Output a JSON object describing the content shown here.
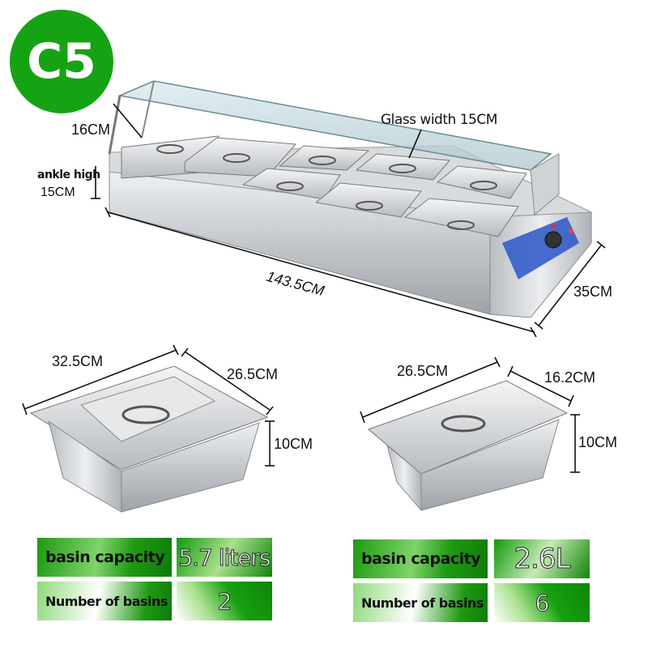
{
  "badge": {
    "label": "C5",
    "color": "#16a313"
  },
  "dimensions": {
    "steamer_depth": "16CM",
    "glass_width": "Glass width 15CM",
    "ankle_label": "ankle high",
    "ankle_height": "15CM",
    "steamer_length": "143.5CM",
    "steamer_width": "35CM",
    "large_pan_length": "32.5CM",
    "large_pan_width": "26.5CM",
    "large_pan_height": "10CM",
    "small_pan_length": "26.5CM",
    "small_pan_width": "16.2CM",
    "small_pan_height": "10CM"
  },
  "specs_large": {
    "capacity_label": "basin capacity",
    "capacity_value": "5.7 liters",
    "count_label": "Number of basins",
    "count_value": "2"
  },
  "specs_small": {
    "capacity_label": "basin capacity",
    "capacity_value": "2.6L",
    "count_label": "Number of basins",
    "count_value": "6"
  },
  "colors": {
    "accent_green": "#16a313",
    "steel": "#c9cdd1",
    "control_blue": "#2a56c8"
  }
}
